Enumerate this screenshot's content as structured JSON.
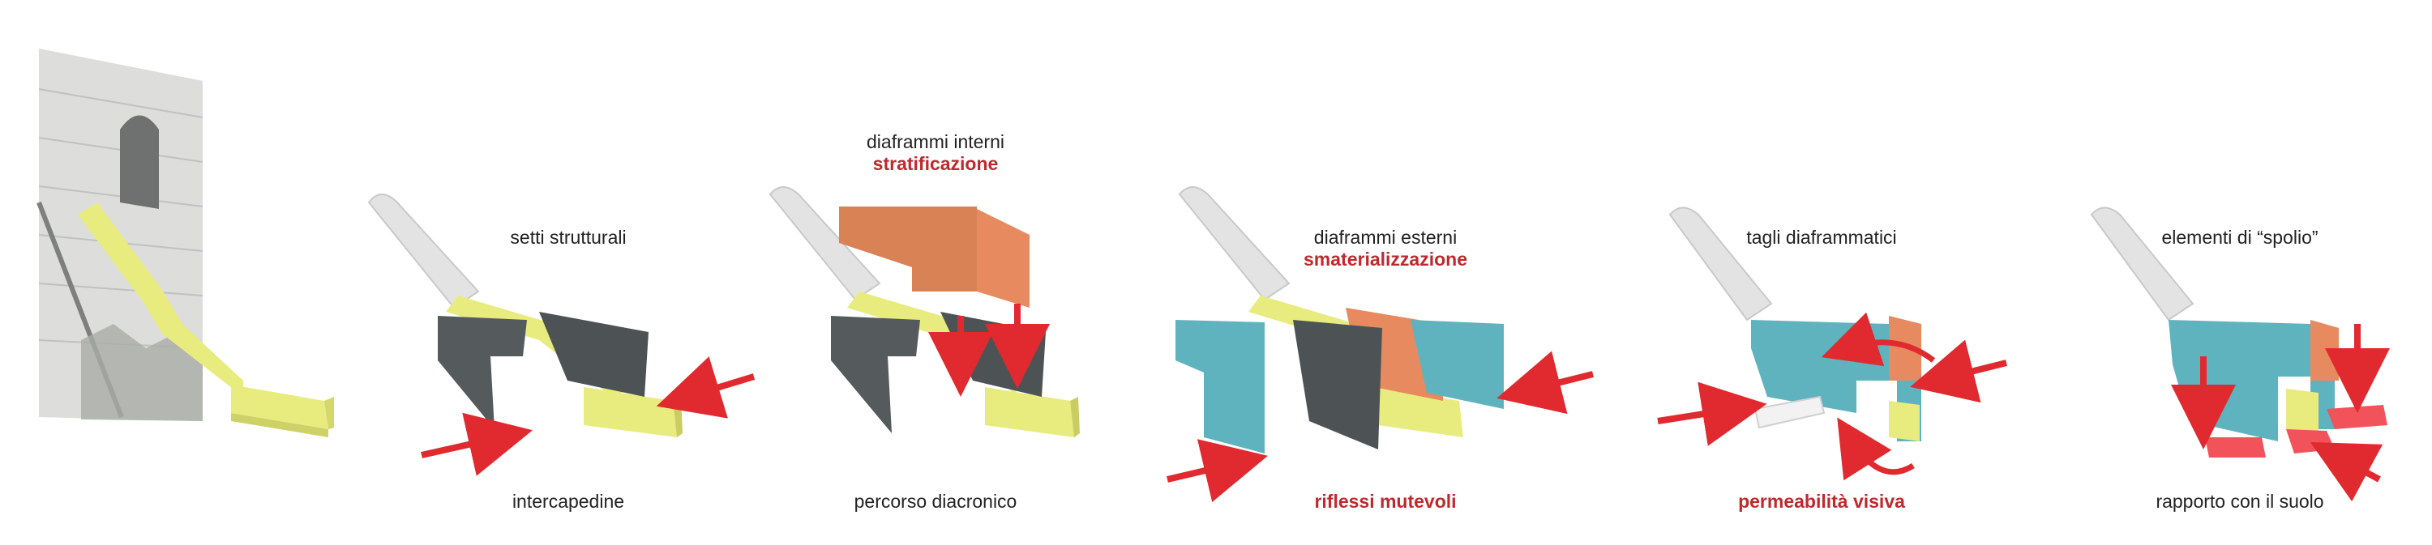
{
  "colors": {
    "yellow": "#e8ec7e",
    "dark_panel": "#555b5c",
    "teal": "#5fb3bf",
    "orange": "#e78a5f",
    "red": "#e02a2f",
    "grey_pipe": "#d9d9d9",
    "accent_text": "#c0282d"
  },
  "stages": [
    {
      "top": [],
      "bottom": []
    },
    {
      "top": [
        {
          "text": "setti strutturali",
          "accent": false
        }
      ],
      "bottom": [
        {
          "text": "intercapedine",
          "accent": false
        }
      ]
    },
    {
      "top": [
        {
          "text": "diaframmi interni",
          "accent": false
        },
        {
          "text": "stratificazione",
          "accent": true
        }
      ],
      "bottom": [
        {
          "text": "percorso diacronico",
          "accent": false
        }
      ]
    },
    {
      "top": [
        {
          "text": "diaframmi esterni",
          "accent": false
        },
        {
          "text": "smaterializzazione",
          "accent": true
        }
      ],
      "bottom": [
        {
          "text": "riflessi mutevoli",
          "accent": true
        }
      ]
    },
    {
      "top": [
        {
          "text": "tagli diaframmatici",
          "accent": false
        }
      ],
      "bottom": [
        {
          "text": "permeabilità visiva",
          "accent": true
        }
      ]
    },
    {
      "top": [
        {
          "text": "elementi di “spolio”",
          "accent": false
        }
      ],
      "bottom": [
        {
          "text": "rapporto con il suolo",
          "accent": false
        }
      ]
    }
  ]
}
